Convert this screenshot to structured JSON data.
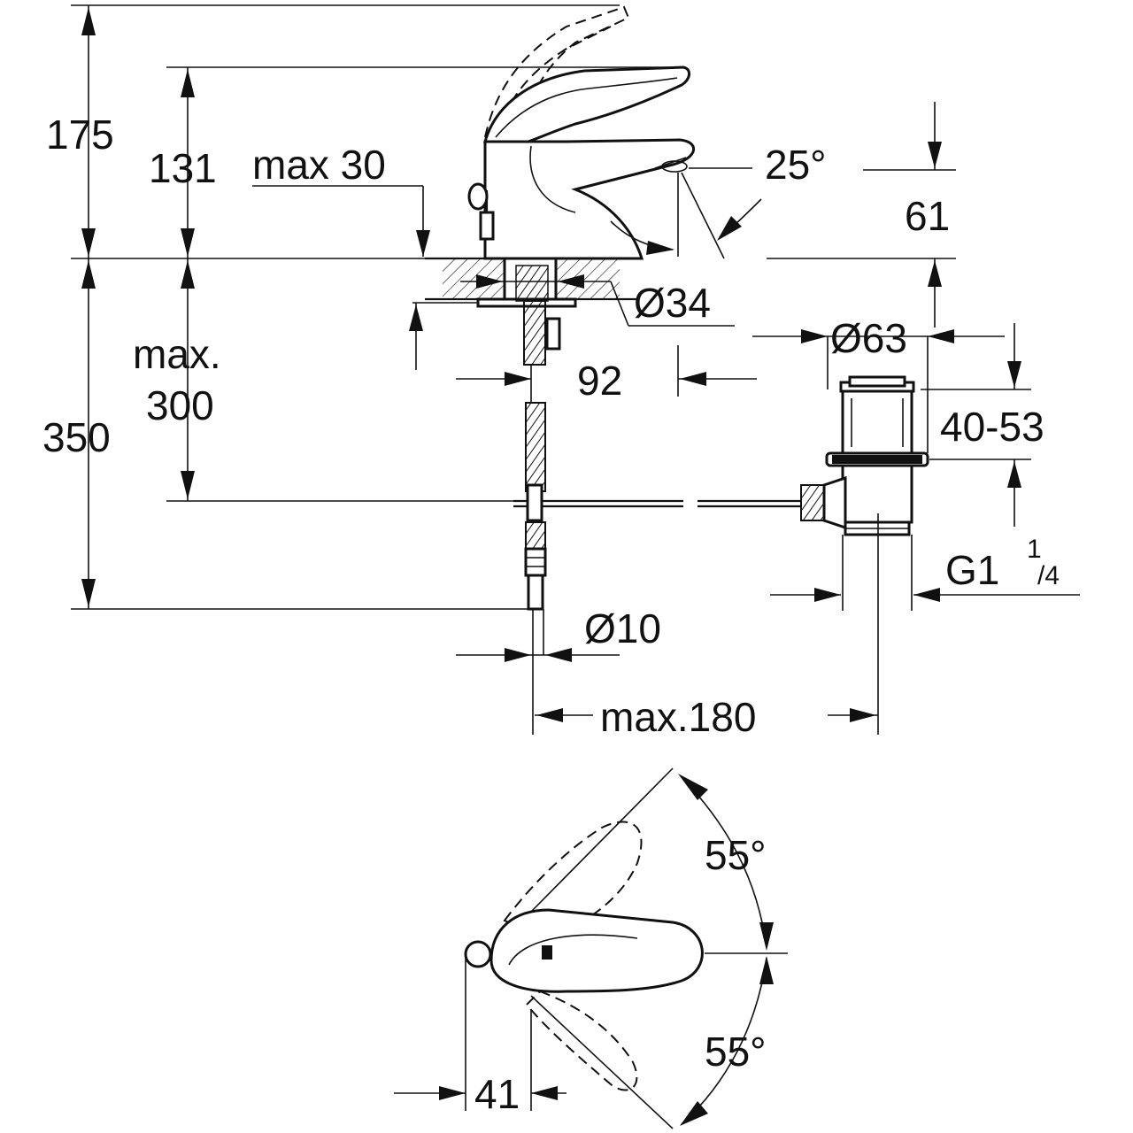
{
  "dimensions": {
    "d175": "175",
    "d131": "131",
    "max30": "max 30",
    "d25deg": "25°",
    "d61": "61",
    "dia34": "Ø34",
    "dia63": "Ø63",
    "max_line1": "max.",
    "max_line2": "300",
    "d350": "350",
    "d92": "92",
    "d40_53": "40-53",
    "g1_main": "G1",
    "g1_num": "1",
    "g1_den": "/4",
    "dia10": "Ø10",
    "max180": "max.180",
    "d55_top": "55°",
    "d55_bottom": "55°",
    "d41": "41"
  }
}
